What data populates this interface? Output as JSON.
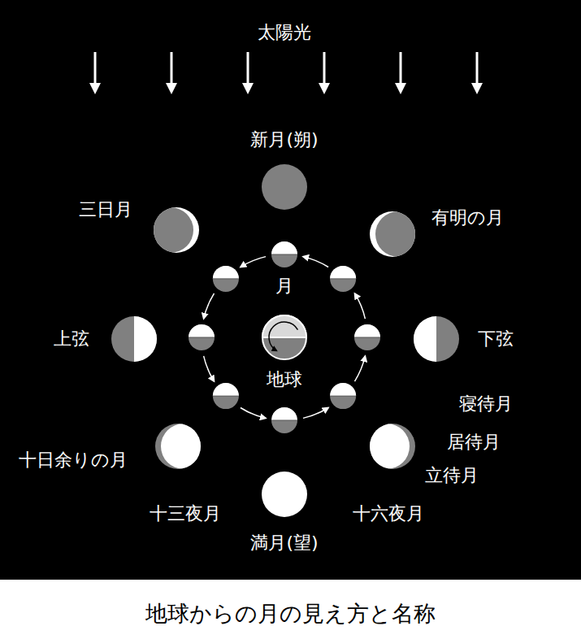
{
  "diagram": {
    "caption": "地球からの月の見え方と名称",
    "labels": [
      "太陽光",
      "新月(朔)",
      "三日月",
      "有明の月",
      "月",
      "上弦",
      "下弦",
      "地球",
      "寝待月",
      "居待月",
      "十日余りの月",
      "立待月",
      "十三夜月",
      "十六夜月",
      "満月(望)"
    ]
  }
}
